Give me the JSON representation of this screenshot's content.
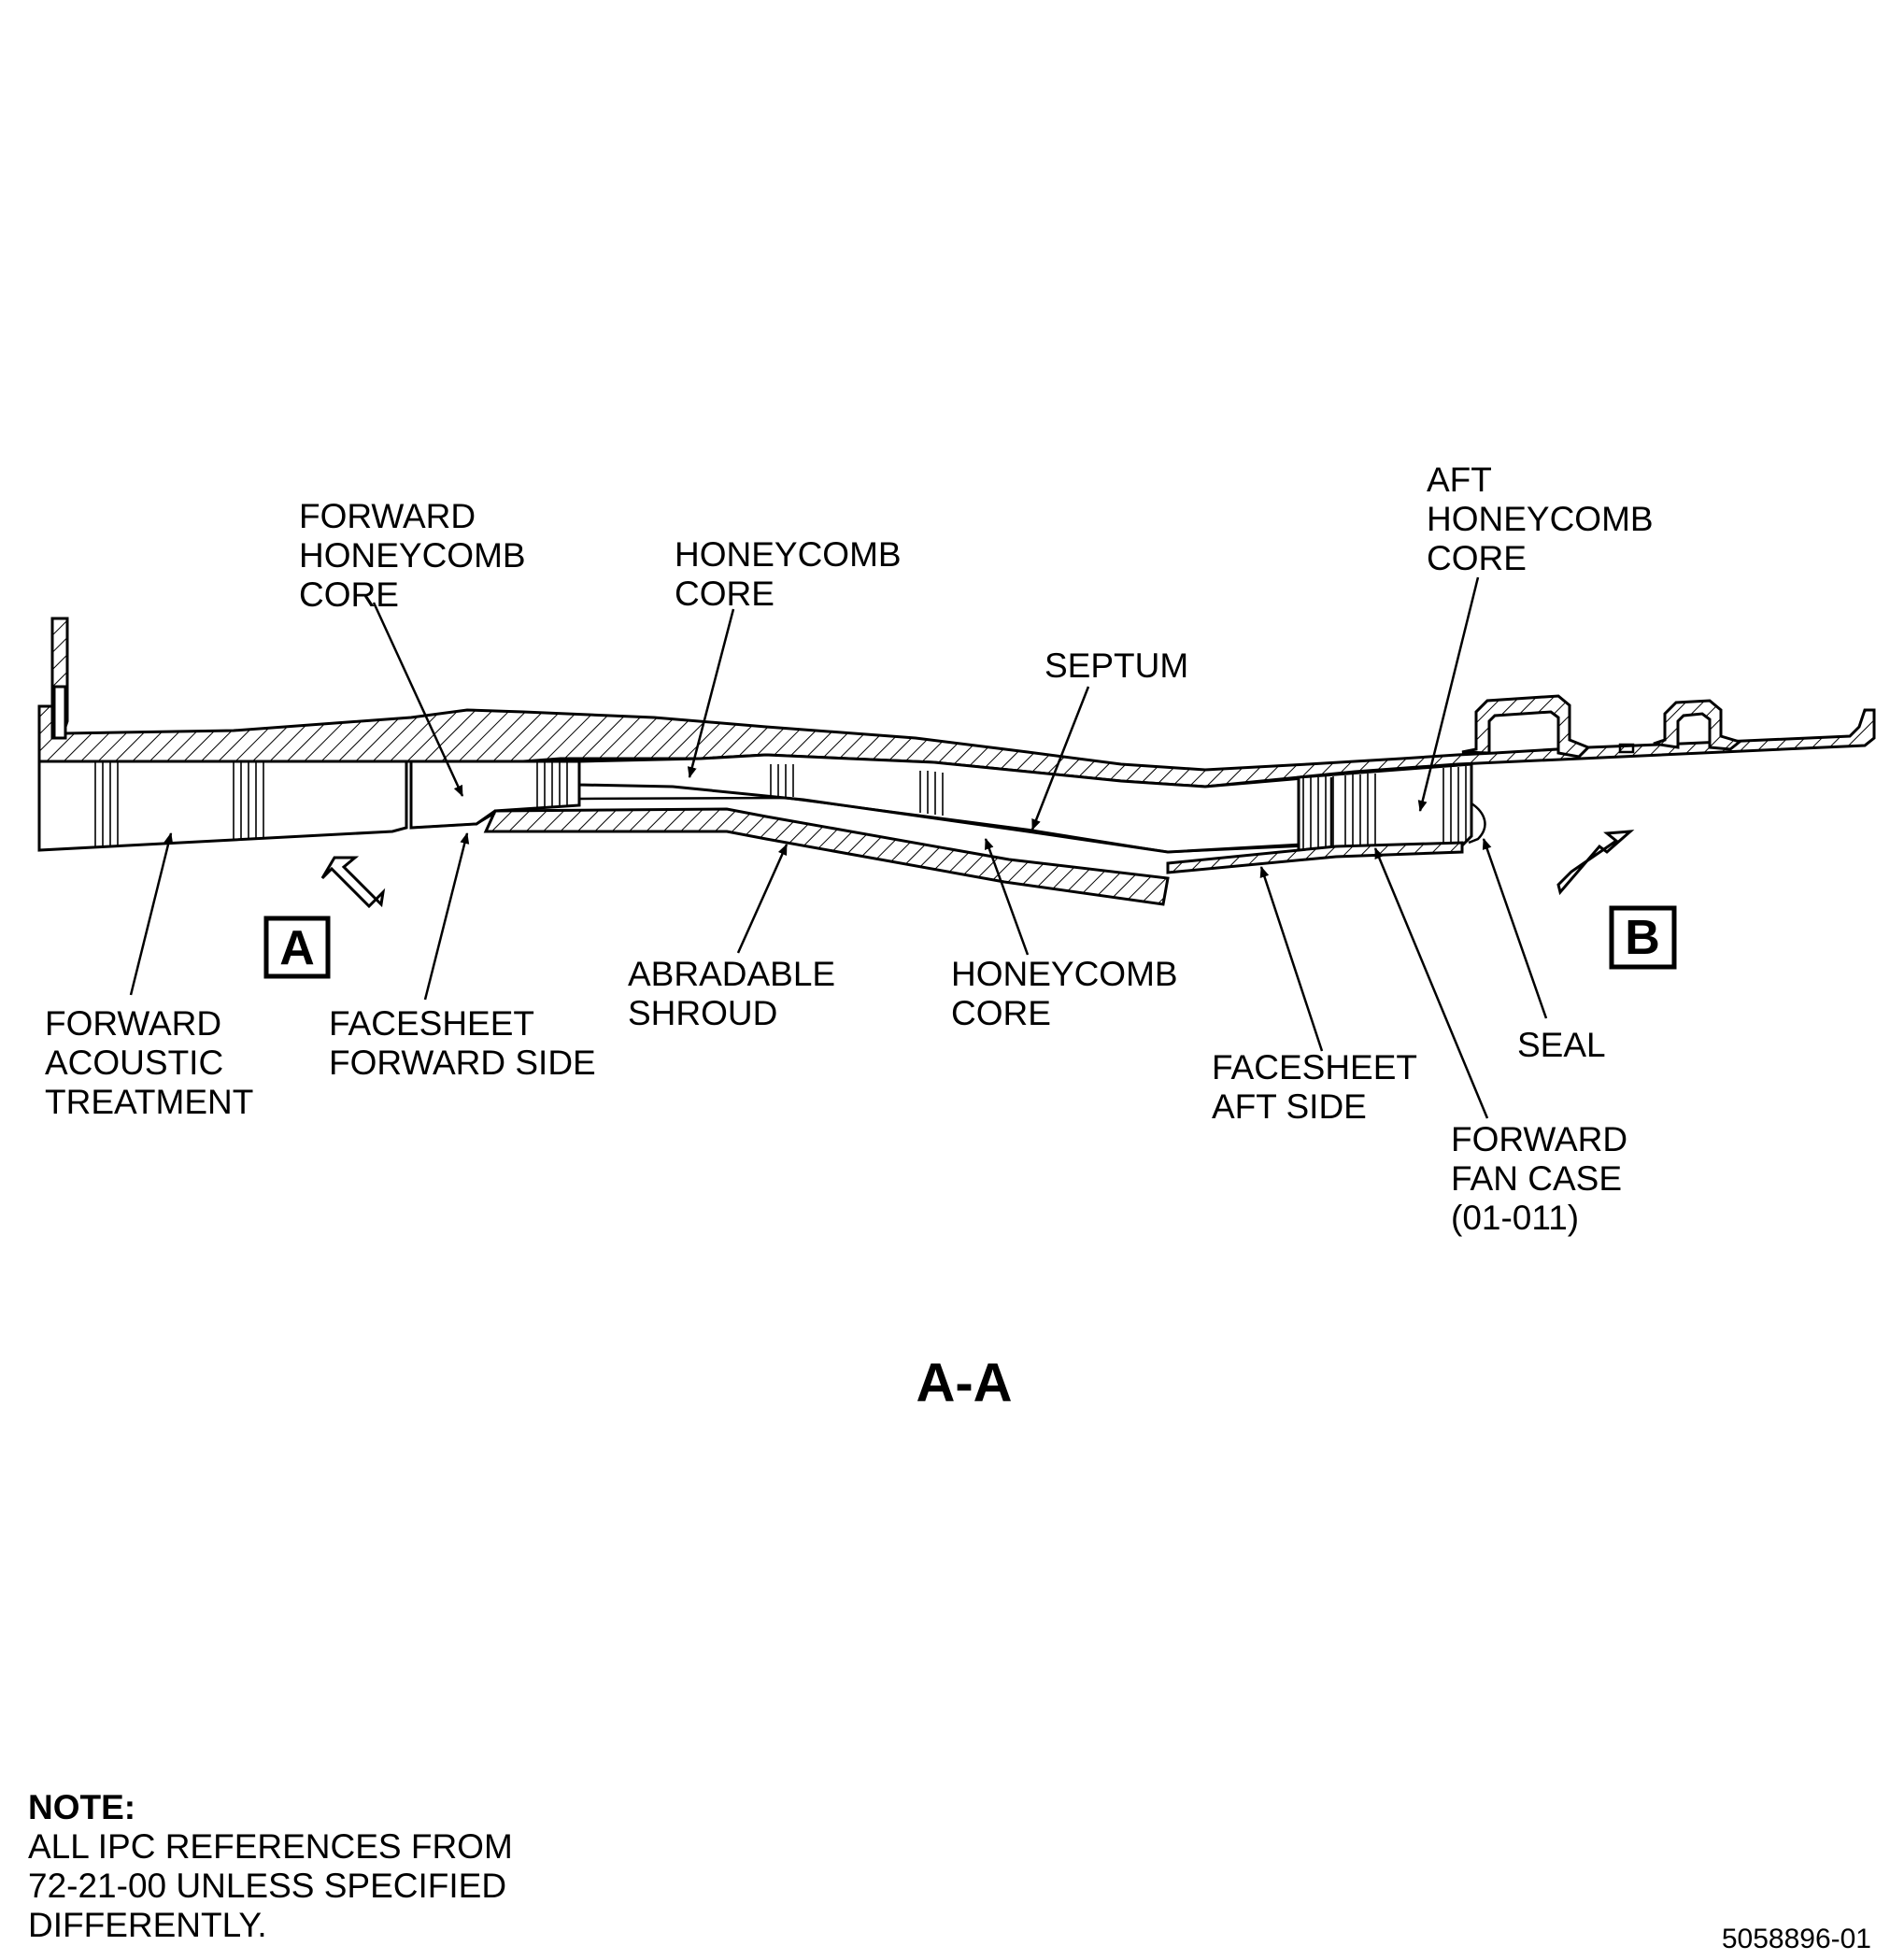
{
  "labels": {
    "forward_honeycomb_core": [
      "FORWARD",
      "HONEYCOMB",
      "CORE"
    ],
    "honeycomb_core_upper": [
      "HONEYCOMB",
      "CORE"
    ],
    "aft_honeycomb_core": [
      "AFT",
      "HONEYCOMB",
      "CORE"
    ],
    "septum": [
      "SEPTUM"
    ],
    "forward_acoustic_treatment": [
      "FORWARD",
      "ACOUSTIC",
      "TREATMENT"
    ],
    "facesheet_forward_side": [
      "FACESHEET",
      "FORWARD SIDE"
    ],
    "abradable_shroud": [
      "ABRADABLE",
      "SHROUD"
    ],
    "honeycomb_core_lower": [
      "HONEYCOMB",
      "CORE"
    ],
    "facesheet_aft_side": [
      "FACESHEET",
      "AFT SIDE"
    ],
    "seal": [
      "SEAL"
    ],
    "forward_fan_case": [
      "FORWARD",
      "FAN CASE",
      "(01-011)"
    ]
  },
  "view_markers": {
    "a": "A",
    "b": "B"
  },
  "section_title": "A-A",
  "note": {
    "heading": "NOTE:",
    "lines": [
      "ALL IPC REFERENCES FROM",
      "72-21-00 UNLESS SPECIFIED",
      "DIFFERENTLY."
    ]
  },
  "figure_number": "5058896-01"
}
